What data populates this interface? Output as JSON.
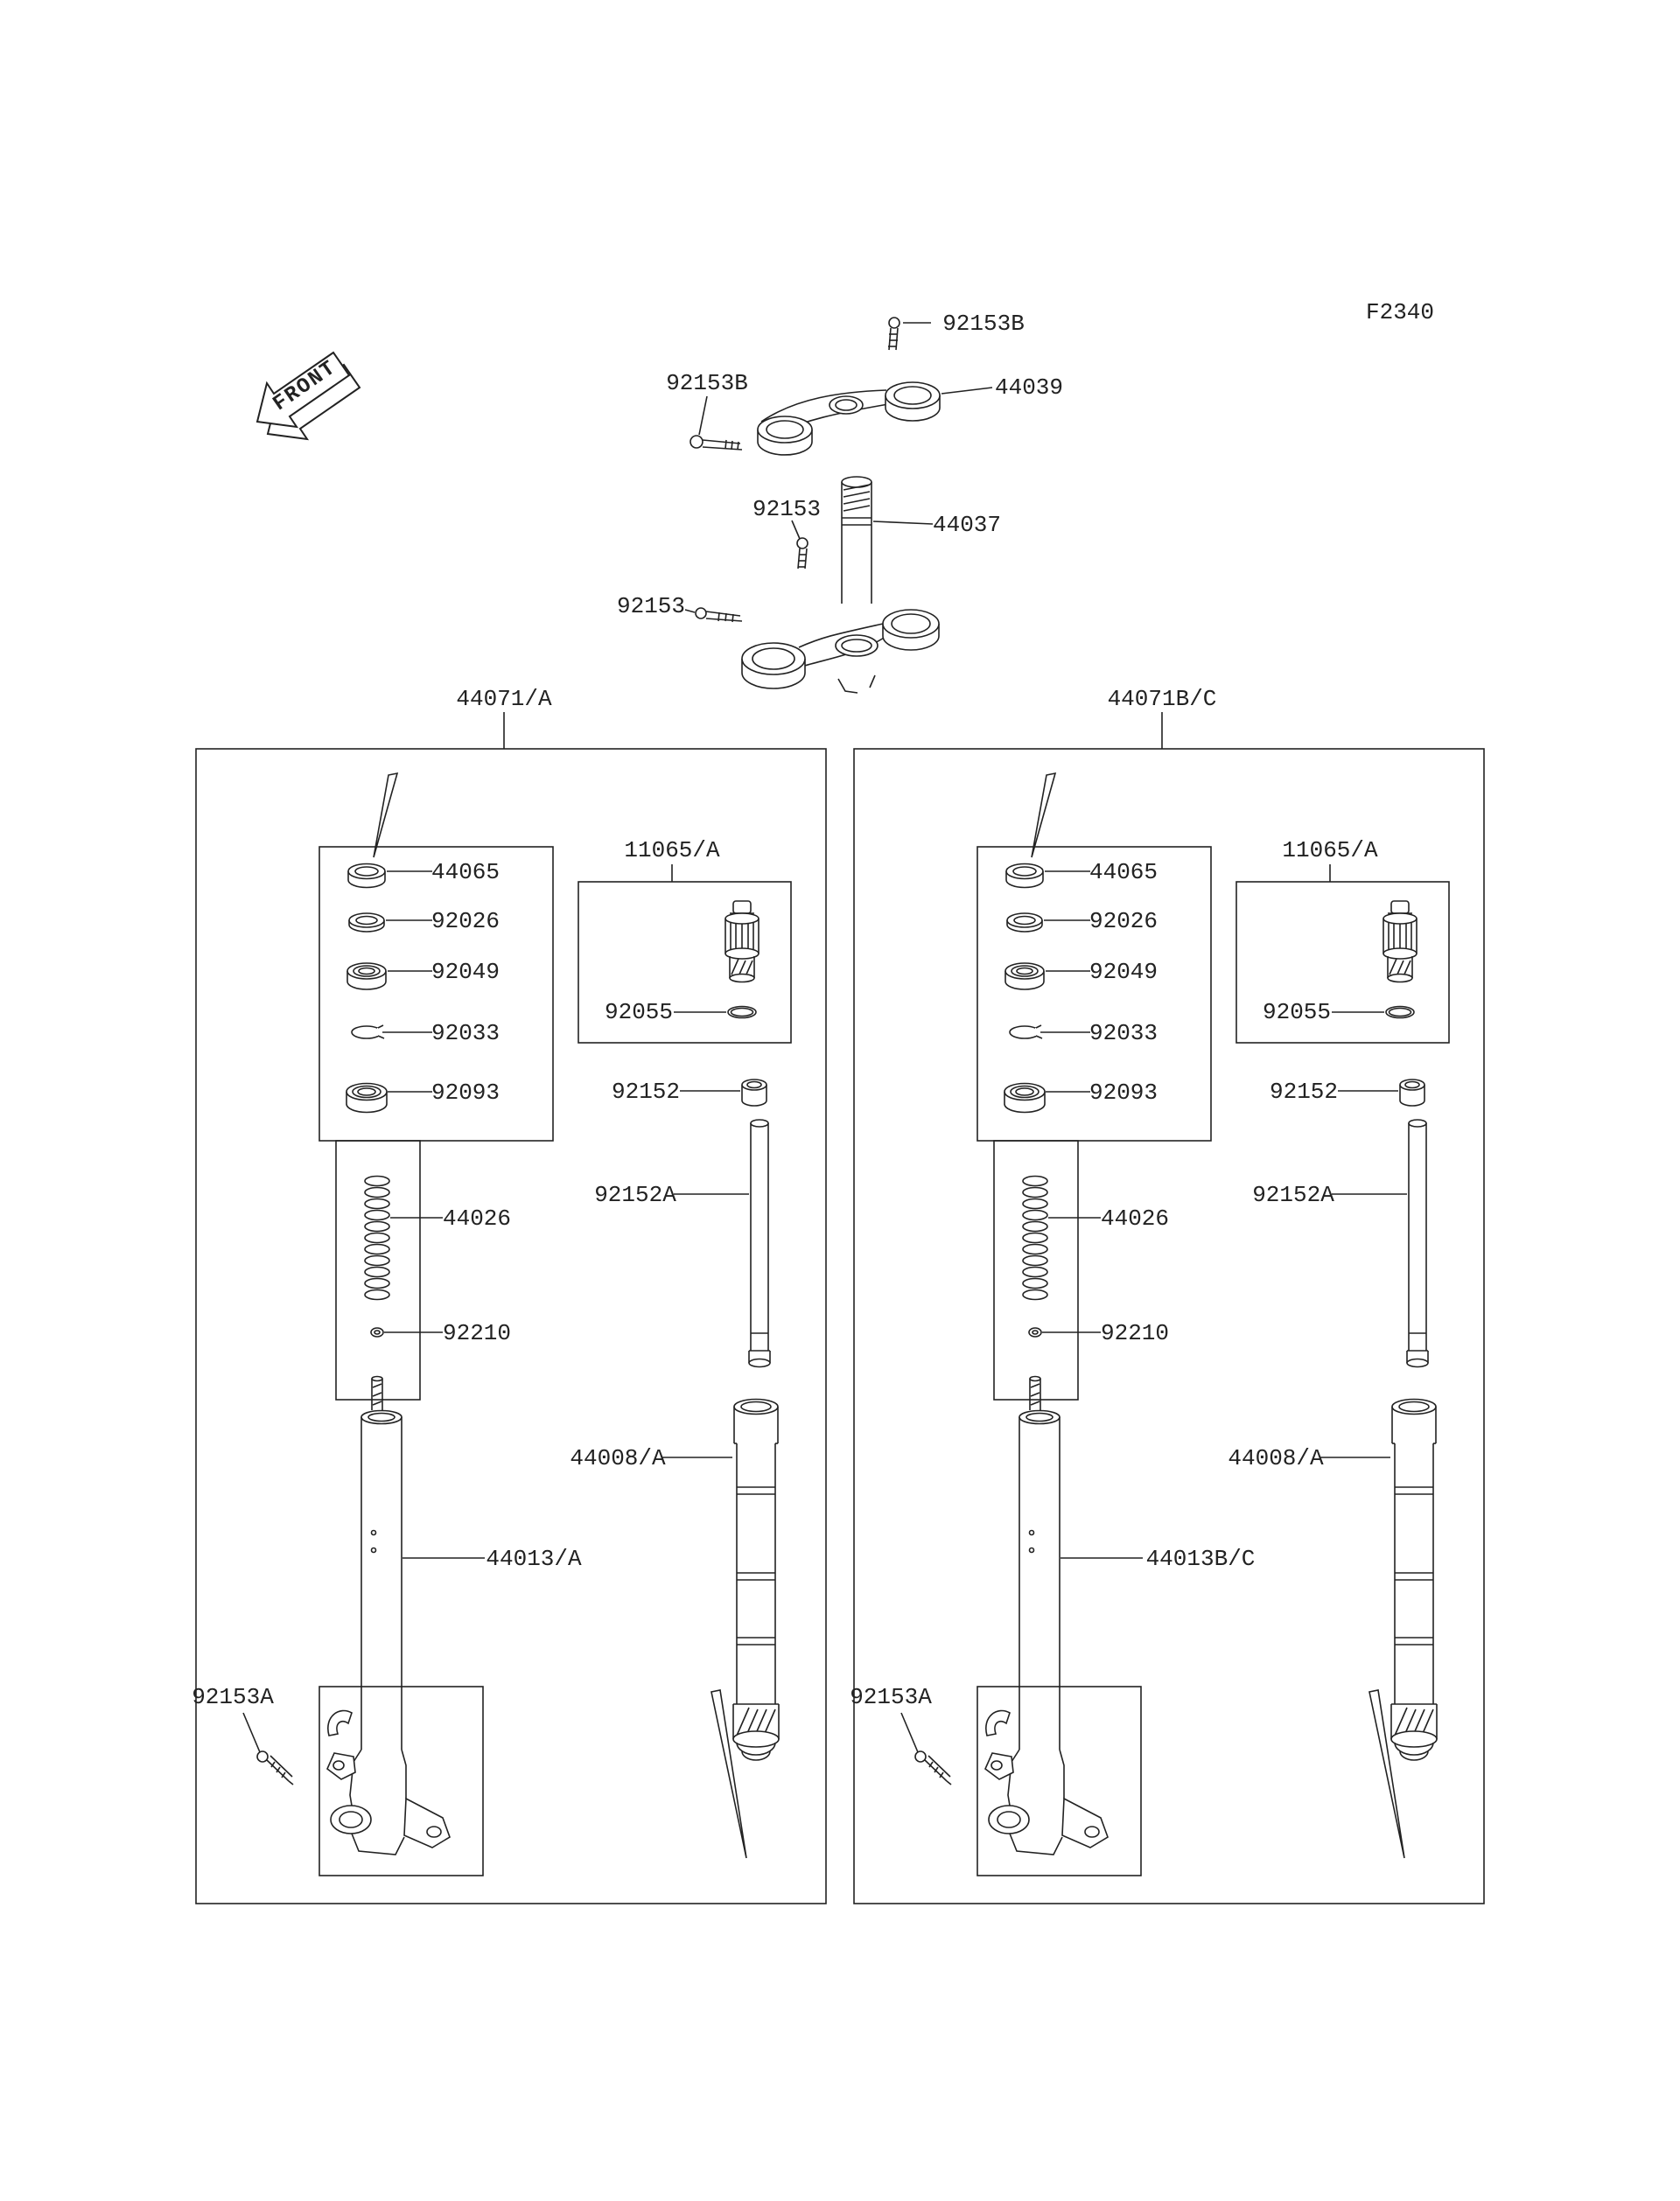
{
  "diagram": {
    "code": "F2340",
    "front_label": "FRONT",
    "parts": {
      "p92153B": "92153B",
      "p44039": "44039",
      "p92153": "92153",
      "p44037": "44037",
      "p44071A": "44071/A",
      "p44071BC": "44071B/C",
      "p11065A": "11065/A",
      "p44065": "44065",
      "p92026": "92026",
      "p92049": "92049",
      "p92033": "92033",
      "p92093": "92093",
      "p92055": "92055",
      "p92152": "92152",
      "p92152A": "92152A",
      "p44026": "44026",
      "p92210": "92210",
      "p44008A": "44008/A",
      "p44013A": "44013/A",
      "p44013BC": "44013B/C",
      "p92153A": "92153A"
    }
  }
}
